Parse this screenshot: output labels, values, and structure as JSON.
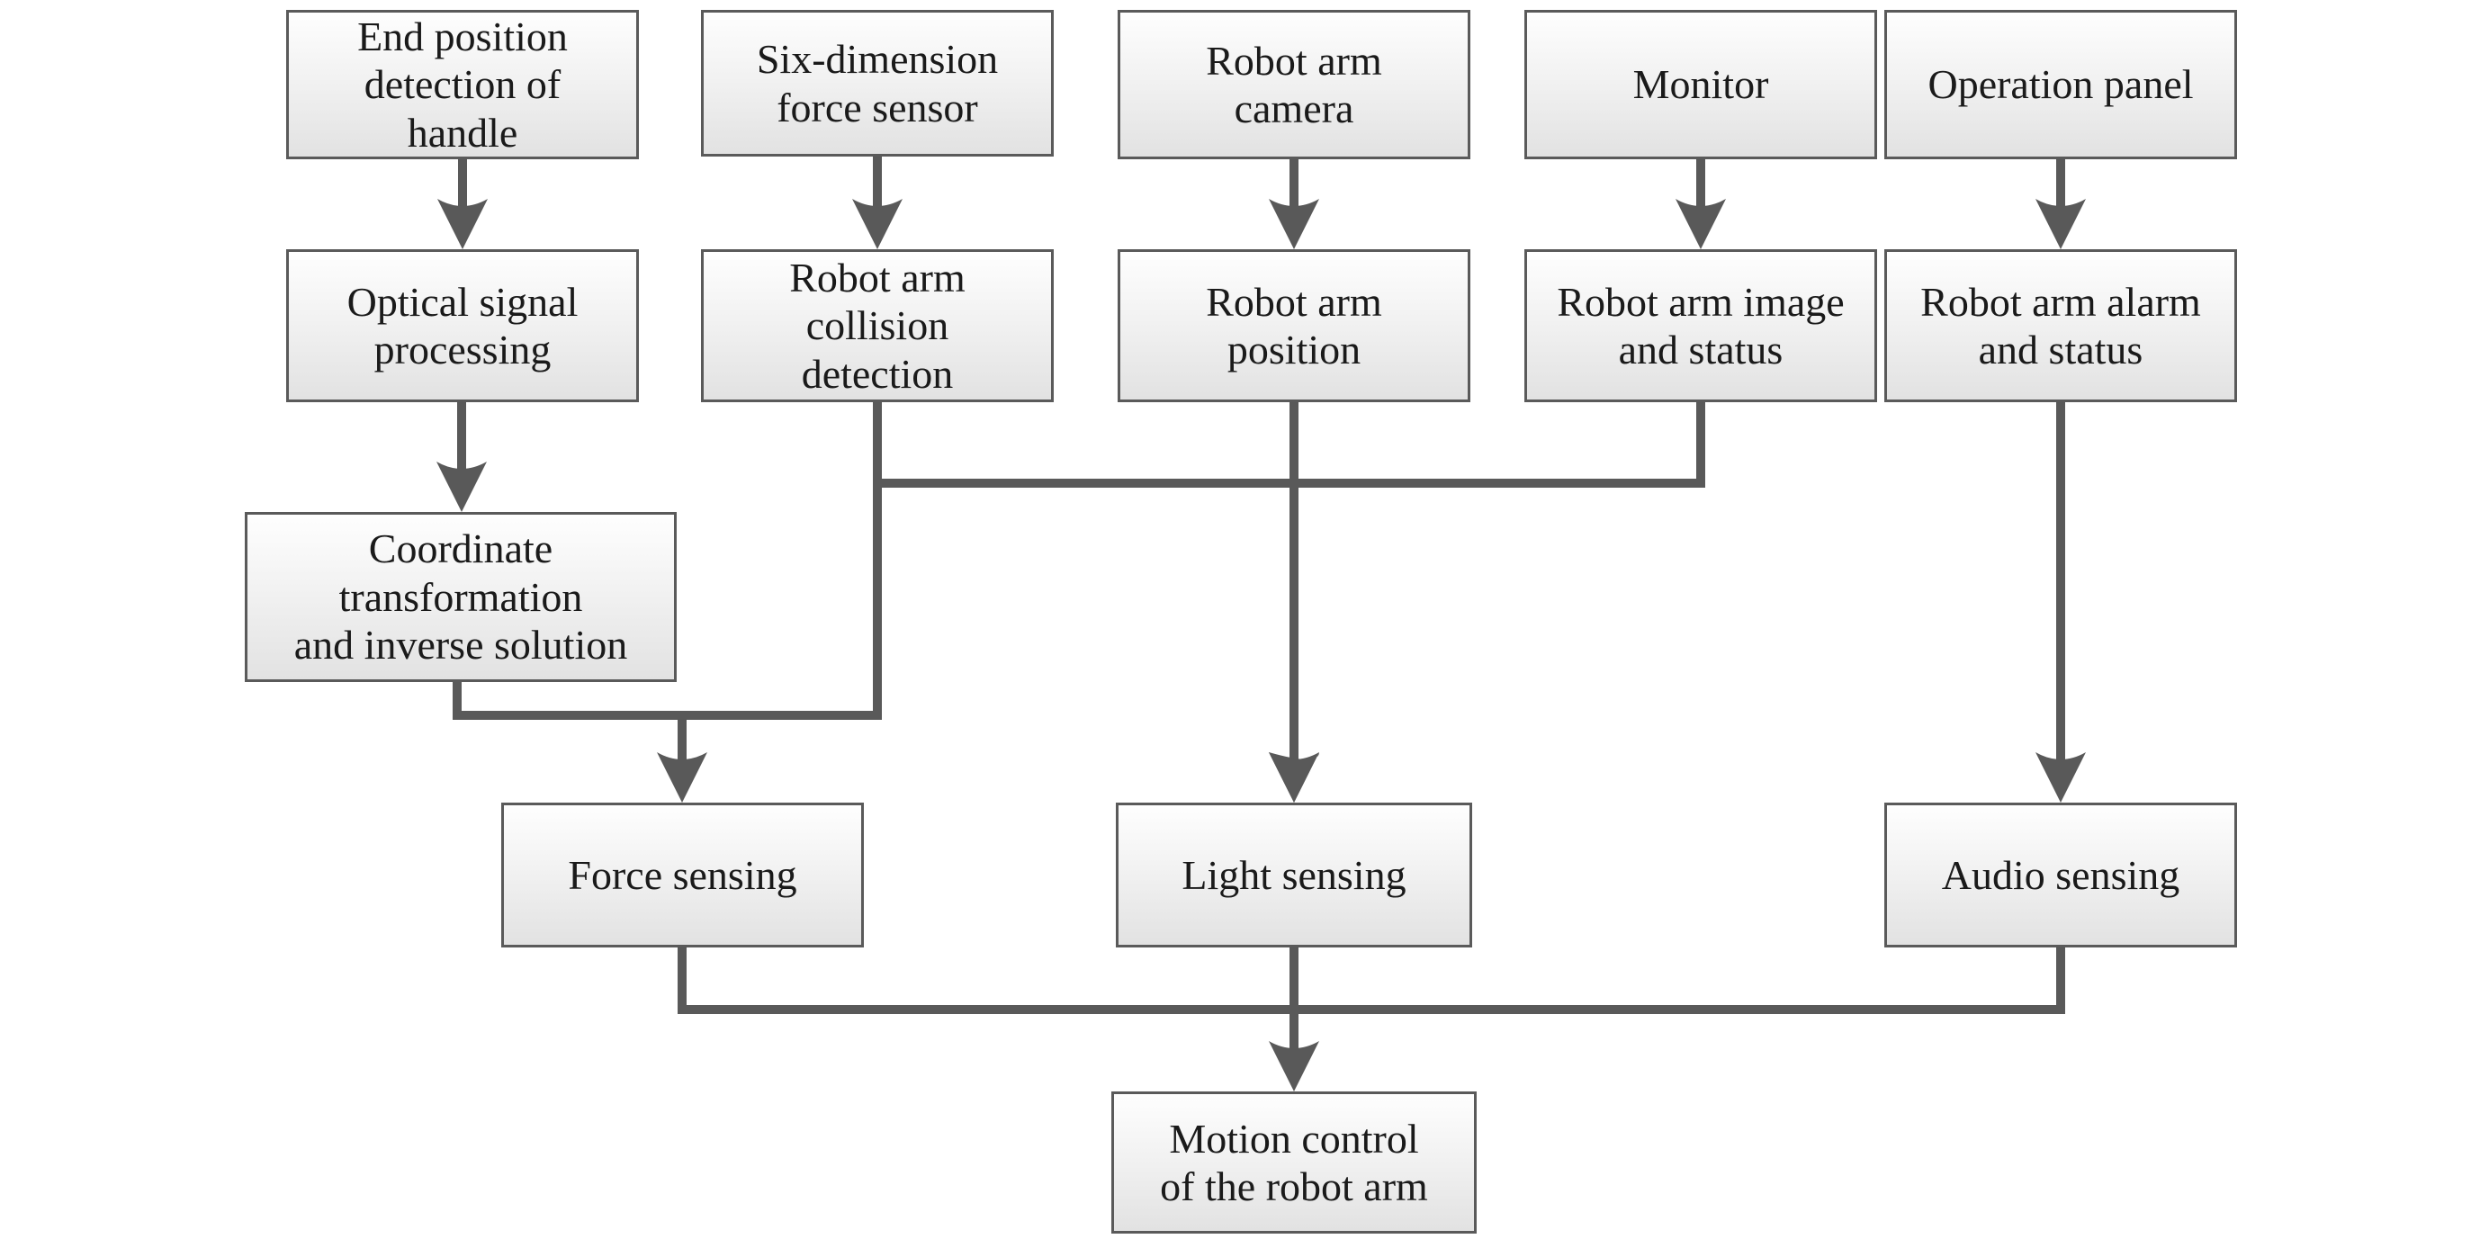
{
  "diagram": {
    "title": "Robot arm sensing and motion control flowchart",
    "background_color": "#ffffff",
    "connector_color": "#595959",
    "box_border_color": "#5a5a5a",
    "box_fill_gradient": [
      "#fefefe",
      "#e2e2e2"
    ],
    "text_color": "#1a1a1a"
  },
  "nodes": {
    "end_position": {
      "label": "End position\ndetection of\nhandle"
    },
    "force_sensor": {
      "label": "Six-dimension\nforce sensor"
    },
    "camera": {
      "label": "Robot arm\ncamera"
    },
    "monitor": {
      "label": "Monitor"
    },
    "operation_panel": {
      "label": "Operation panel"
    },
    "optical": {
      "label": "Optical signal\nprocessing"
    },
    "collision": {
      "label": "Robot arm\ncollision\ndetection"
    },
    "position": {
      "label": "Robot arm\nposition"
    },
    "image_status": {
      "label": "Robot arm image\nand status"
    },
    "alarm_status": {
      "label": "Robot arm alarm\nand status"
    },
    "coordinate": {
      "label": "Coordinate\ntransformation\nand inverse solution"
    },
    "force_sensing": {
      "label": "Force sensing"
    },
    "light_sensing": {
      "label": "Light sensing"
    },
    "audio_sensing": {
      "label": "Audio sensing"
    },
    "motion_control": {
      "label": "Motion control\nof the robot arm"
    }
  },
  "edges": [
    {
      "from": "End position detection of handle",
      "to": "Optical signal processing"
    },
    {
      "from": "Six-dimension force sensor",
      "to": "Robot arm collision detection"
    },
    {
      "from": "Robot arm camera",
      "to": "Robot arm position"
    },
    {
      "from": "Monitor",
      "to": "Robot arm image and status"
    },
    {
      "from": "Operation panel",
      "to": "Robot arm alarm and status"
    },
    {
      "from": "Optical signal processing",
      "to": "Coordinate transformation and inverse solution"
    },
    {
      "from": "Coordinate transformation and inverse solution",
      "to": "Force sensing"
    },
    {
      "from": "Robot arm collision detection",
      "to": "Force sensing"
    },
    {
      "from": "Robot arm image and status",
      "to": "Force sensing"
    },
    {
      "from": "Robot arm position",
      "to": "Light sensing"
    },
    {
      "from": "Robot arm alarm and status",
      "to": "Audio sensing"
    },
    {
      "from": "Force sensing",
      "to": "Motion control of the robot arm"
    },
    {
      "from": "Light sensing",
      "to": "Motion control of the robot arm"
    },
    {
      "from": "Audio sensing",
      "to": "Motion control of the robot arm"
    }
  ]
}
